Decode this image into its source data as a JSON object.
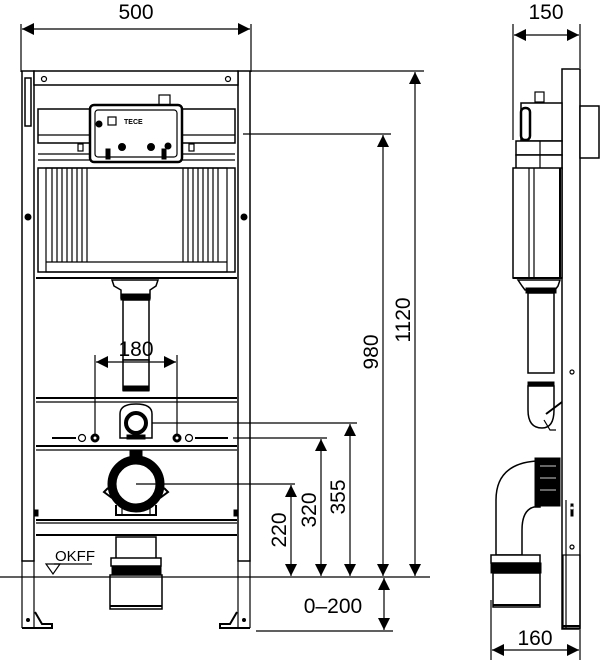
{
  "diagram": {
    "type": "technical-drawing",
    "subject": "wall-hung WC installation frame (front and side elevation)",
    "brand_mark": "TECE",
    "colors": {
      "line": "#000000",
      "background": "#ffffff"
    },
    "front_view": {
      "dimensions": {
        "width": "500",
        "flush_plate_axis_spacing": "180"
      }
    },
    "vertical_dimensions": {
      "top_frame": "1120",
      "flush_plate_center": "980",
      "supply_axis": "355",
      "fixing_bolts": "320",
      "drain_axis": "220",
      "foot_adjustment": "0–200"
    },
    "floor_label": "OKFF",
    "side_view": {
      "dimensions": {
        "depth_top": "150",
        "depth_bottom": "160"
      }
    }
  }
}
